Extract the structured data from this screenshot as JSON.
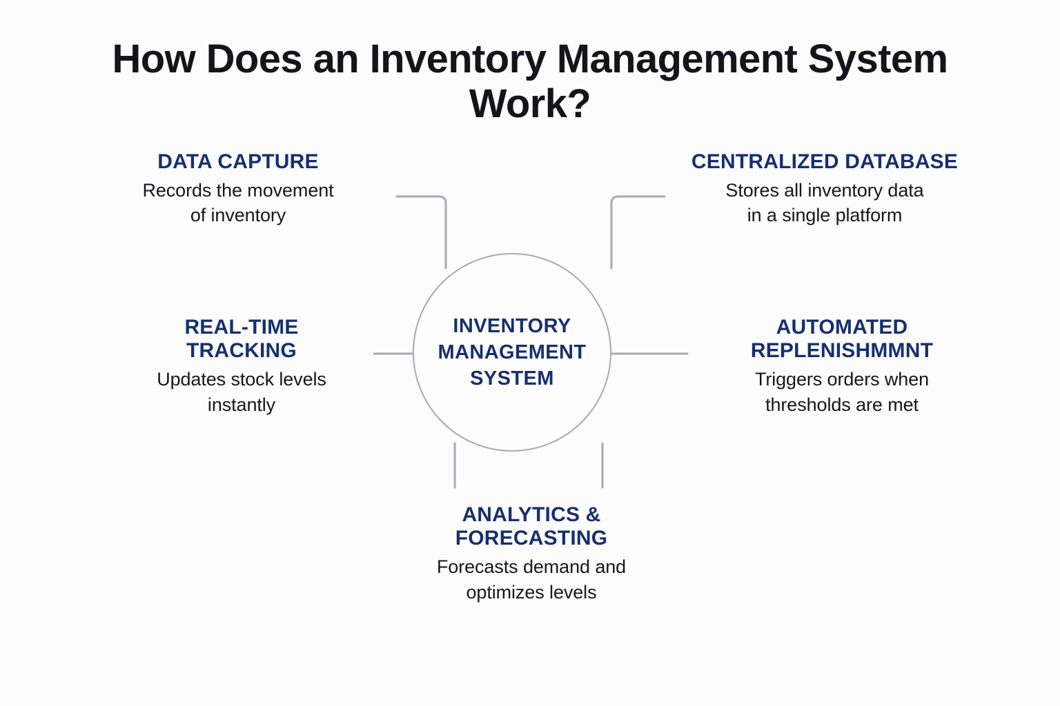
{
  "title": "How Does an Inventory Management System\nWork?",
  "colors": {
    "heading_blue": "#16306e",
    "body_text": "#17171b",
    "connector_gray": "#a9a9ae",
    "background": "#fcfcfd"
  },
  "center": {
    "label": "INVENTORY\nMANAGEMENT\nSYSTEM"
  },
  "nodes": [
    {
      "id": "data-capture",
      "title": "DATA CAPTURE",
      "desc": "Records the movement\nof inventory",
      "position": "top-left"
    },
    {
      "id": "centralized-database",
      "title": "CENTRALIZED DATABASE",
      "desc": "Stores all inventory data\nin a single platform",
      "position": "top-right"
    },
    {
      "id": "real-time-tracking",
      "title": "REAL-TIME\nTRACKING",
      "desc": "Updates stock levels\ninstantly",
      "position": "middle-left"
    },
    {
      "id": "automated-replenishmmnt",
      "title": "AUTOMATED\nREPLENISHMMNT",
      "desc": "Triggers orders when\nthresholds are met",
      "position": "middle-right"
    },
    {
      "id": "analytics-forecasting",
      "title": "ANALYTICS &\nFORECASTING",
      "desc": "Forecasts demand and\noptimizes levels",
      "position": "bottom"
    }
  ],
  "chart_data": {
    "type": "diagram",
    "diagram_style": "hub-and-spoke",
    "title": "How Does an Inventory Management System Work?",
    "hub": "INVENTORY MANAGEMENT SYSTEM",
    "spokes": [
      {
        "label": "DATA CAPTURE",
        "detail": "Records the movement of inventory",
        "direction": "top-left"
      },
      {
        "label": "CENTRALIZED DATABASE",
        "detail": "Stores all inventory data in a single platform",
        "direction": "top-right"
      },
      {
        "label": "REAL-TIME TRACKING",
        "detail": "Updates stock levels instantly",
        "direction": "left"
      },
      {
        "label": "AUTOMATED REPLENISHMMNT",
        "detail": "Triggers orders when thresholds are met",
        "direction": "right"
      },
      {
        "label": "ANALYTICS & FORECASTING",
        "detail": "Forecasts demand and optimizes levels",
        "direction": "bottom"
      }
    ],
    "connector_count": 6,
    "legend": "none",
    "grid": false
  }
}
